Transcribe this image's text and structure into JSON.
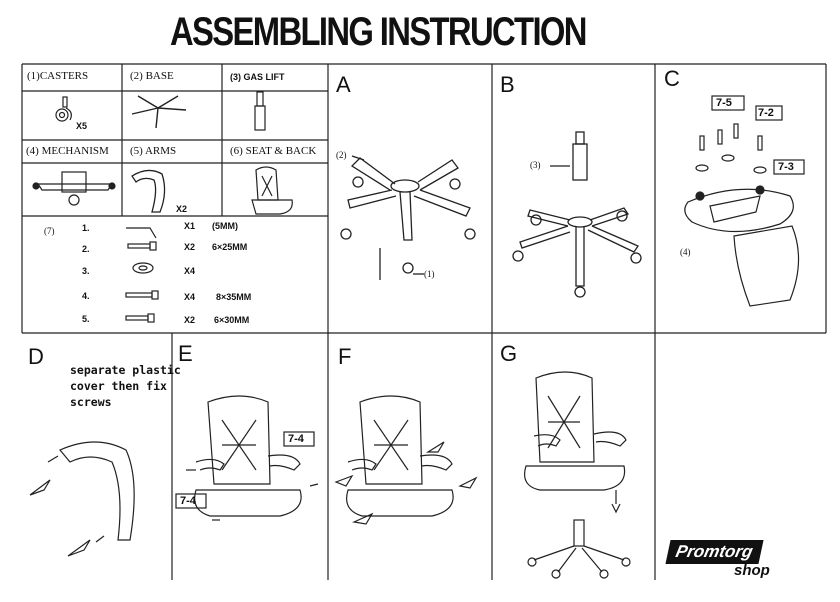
{
  "title": "ASSEMBLING INSTRUCTION",
  "parts": {
    "casters": "(1)CASTERS",
    "casters_qty": "X5",
    "base": "(2) BASE",
    "gas_lift": "(3) GAS LIFT",
    "mechanism": "(4) MECHANISM",
    "arms": "(5) ARMS",
    "arms_qty": "X2",
    "seat_back": "(6) SEAT & BACK"
  },
  "hardware": {
    "group_label": "(7)",
    "items": [
      {
        "num": "1.",
        "qty": "X1",
        "size": "(5MM)"
      },
      {
        "num": "2.",
        "qty": "X2",
        "size": "6×25MM"
      },
      {
        "num": "3.",
        "qty": "X4",
        "size": ""
      },
      {
        "num": "4.",
        "qty": "X4",
        "size": "8×35MM"
      },
      {
        "num": "5.",
        "qty": "X2",
        "size": "6×30MM"
      }
    ]
  },
  "steps": {
    "a": {
      "letter": "A",
      "label_base": "(2)",
      "label_caster": "(1)"
    },
    "b": {
      "letter": "B",
      "label_lift": "(3)"
    },
    "c": {
      "letter": "C",
      "label_75": "7-5",
      "label_72": "7-2",
      "label_73": "7-3",
      "label_mech": "(4)"
    },
    "d": {
      "letter": "D",
      "note": "separate plastic\ncover then fix\nscrews"
    },
    "e": {
      "letter": "E",
      "label_74_top": "7-4",
      "label_74_bottom": "7-4"
    },
    "f": {
      "letter": "F"
    },
    "g": {
      "letter": "G"
    }
  },
  "brand": {
    "line1": "Promtorg",
    "line2": "shop"
  }
}
